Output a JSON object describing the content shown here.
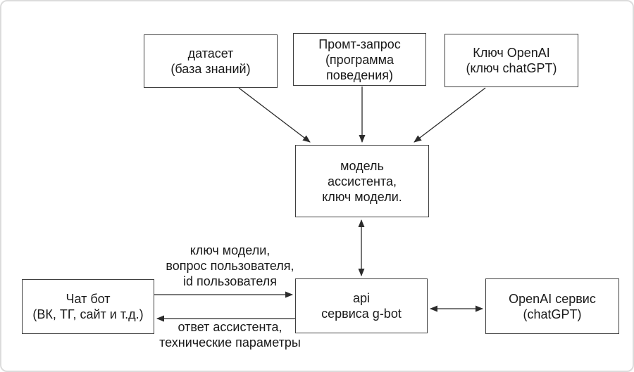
{
  "diagram": {
    "nodes": {
      "dataset": {
        "lines": [
          "датасет",
          "(база знаний)"
        ]
      },
      "prompt": {
        "lines": [
          "Промт-запрос",
          "(программа",
          "поведения)"
        ]
      },
      "openai_key": {
        "lines": [
          "Ключ OpenAI",
          "(ключ chatGPT)"
        ]
      },
      "model": {
        "lines": [
          "модель",
          "ассистента,",
          "ключ модели."
        ]
      },
      "chat_bot": {
        "lines": [
          "Чат бот",
          "(ВК, ТГ, сайт и т.д.)"
        ]
      },
      "api": {
        "lines": [
          "api",
          "сервиса g-bot"
        ]
      },
      "openai_service": {
        "lines": [
          "OpenAI сервис",
          "(chatGPT)"
        ]
      }
    },
    "edge_labels": {
      "request": {
        "lines": [
          "ключ модели,",
          "вопрос пользователя,",
          "id пользователя"
        ]
      },
      "response": {
        "lines": [
          "ответ ассистента,",
          "технические параметры"
        ]
      }
    },
    "colors": {
      "background": "#ffffff",
      "canvas_border": "#dcdcdc",
      "box_border": "#3f3f3f",
      "arrow": "#2b2b2b",
      "text": "#1a1a1a"
    }
  }
}
